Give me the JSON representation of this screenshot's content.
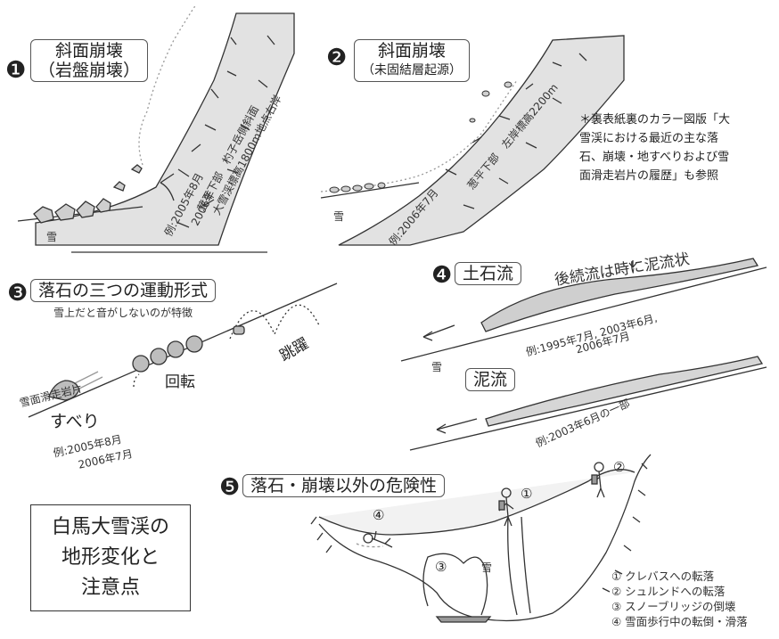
{
  "panel1": {
    "num": "❶",
    "title": "斜面崩壊",
    "sub": "（岩盤崩壊）",
    "loc1": "葱平下部　杓子岳側斜面",
    "loc2": "大雪渓標高1800m地点右岸",
    "ex1": "例:2005年8月",
    "ex2": "2006年",
    "snow": "雪"
  },
  "panel2": {
    "num": "❷",
    "title": "斜面崩壊",
    "sub": "（未固結層起源）",
    "loc": "葱平下部　左岸標高2200m",
    "ex": "例:2006年7月",
    "snow": "雪"
  },
  "note": {
    "lines": [
      "＊裏表紙裏のカラー図版「大",
      "雪渓における最近の主な落",
      "石、崩壊・地すべりおよび雪",
      "面滑走岩片の履歴」も参照"
    ]
  },
  "panel3": {
    "num": "❸",
    "title": "落石の三つの運動形式",
    "sub": "雪上だと音がしないのが特徴",
    "slide_rock": "雪面滑走岩片",
    "slide": "すべり",
    "roll": "回転",
    "jump": "跳躍",
    "ex1": "例:2005年8月",
    "ex2": "2006年7月"
  },
  "panel4": {
    "num": "❹",
    "title": "土石流",
    "after": "後続流は時に泥流状",
    "ex1": "例:1995年7月, 2003年6月,",
    "ex2": "2006年7月",
    "mud": "泥流",
    "mud_ex": "例:2003年6月の一部",
    "snow": "雪"
  },
  "panel5": {
    "num": "❺",
    "title": "落石・崩壊以外の危険性",
    "legend": [
      "① クレバスへの転落",
      "② シュルンドへの転落",
      "③ スノーブリッジの倒壊",
      "④ 雪面歩行中の転倒・滑落"
    ],
    "m1": "①",
    "m2": "②",
    "m3": "③",
    "m4": "④",
    "snow": "雪"
  },
  "main_title": {
    "line1": "白馬大雪渓の",
    "line2": "地形変化と",
    "line3": "注意点"
  }
}
